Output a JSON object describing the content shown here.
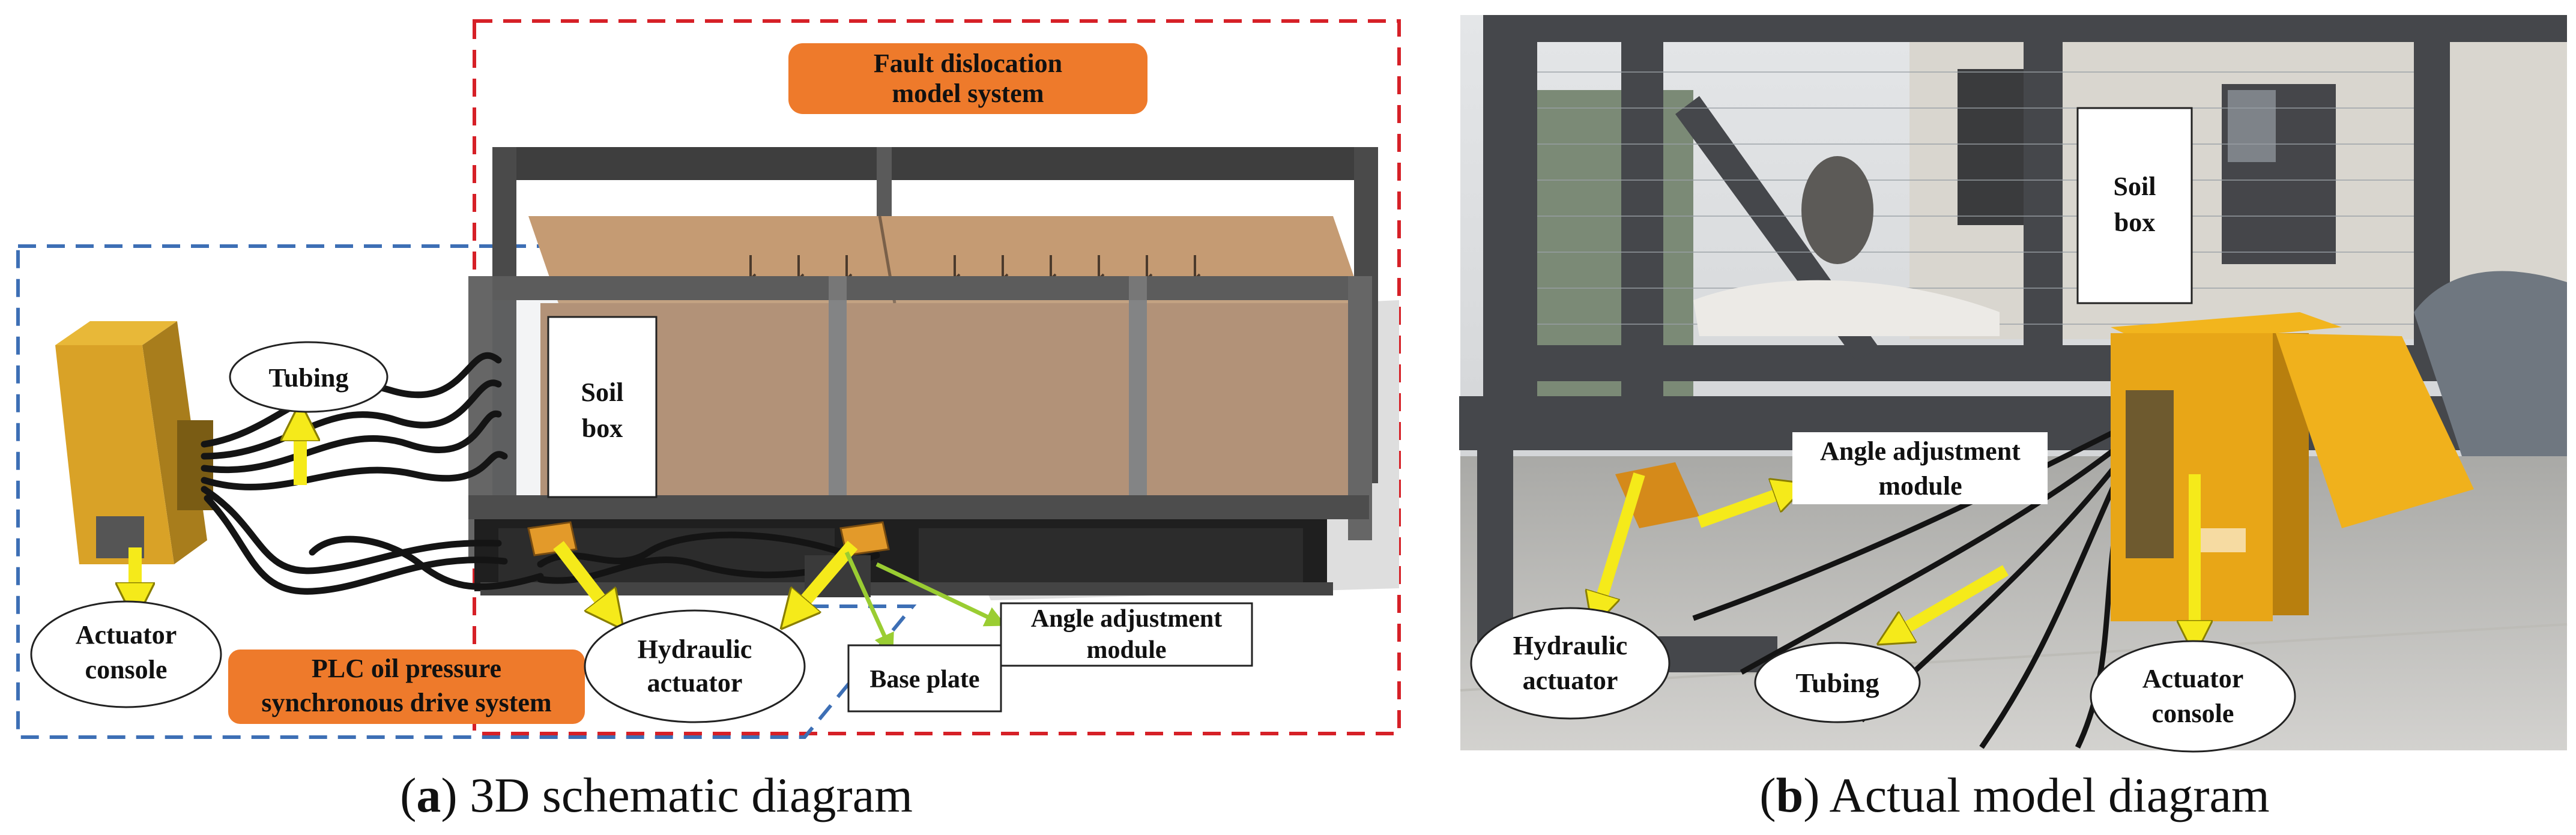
{
  "panel_a": {
    "caption_letter": "a",
    "caption_text": " 3D schematic diagram",
    "labels": {
      "fault_line1": "Fault dislocation",
      "fault_line2": "model system",
      "tubing": "Tubing",
      "soil_line1": "Soil",
      "soil_line2": "box",
      "actuator_console_line1": "Actuator",
      "actuator_console_line2": "console",
      "plc_line1": "PLC oil pressure",
      "plc_line2": "synchronous drive system",
      "hydraulic_line1": "Hydraulic",
      "hydraulic_line2": "actuator",
      "base_plate": "Base plate",
      "angle_line1": "Angle adjustment",
      "angle_line2": "module"
    }
  },
  "panel_b": {
    "caption_letter": "b",
    "caption_text": " Actual model diagram",
    "labels": {
      "soil_line1": "Soil",
      "soil_line2": "box",
      "angle_line1": "Angle adjustment",
      "angle_line2": "module",
      "hydraulic_line1": "Hydraulic",
      "hydraulic_line2": "actuator",
      "tubing": "Tubing",
      "actuator_console_line1": "Actuator",
      "actuator_console_line2": "console"
    }
  },
  "colors": {
    "red_dash": "#d62027",
    "blue_dash": "#3d6fb5",
    "orange_label": "#ee7a2b",
    "arrow_yellow": "#f5ea1a",
    "arrow_green": "#9acd32",
    "box_frame": "#575757",
    "soil": "#b58d6a",
    "console_yellow": "#d9a227"
  }
}
